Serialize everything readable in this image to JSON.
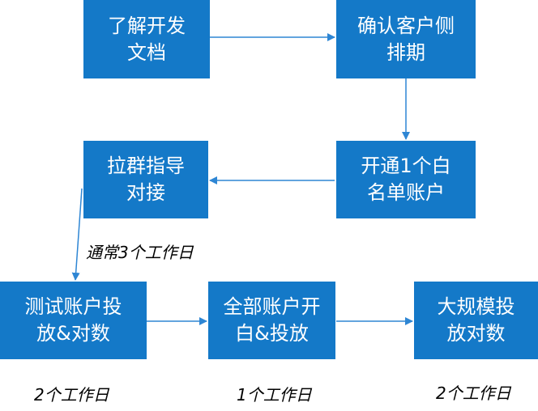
{
  "colors": {
    "box_fill": "#1479C8",
    "box_text": "#FFFFFF",
    "arrow": "#2E86D4"
  },
  "steps": [
    {
      "text": "了解开发\n文档"
    },
    {
      "text": "确认客户侧\n排期"
    },
    {
      "text": "开通1个白\n名单账户"
    },
    {
      "text": "拉群指导\n对接"
    },
    {
      "text": "测试账户投\n放&对数"
    },
    {
      "text": "全部账户开\n白&投放"
    },
    {
      "text": "大规模投\n放对数"
    }
  ],
  "captions": {
    "after_guide": "通常3个工作日",
    "test": "2个工作日",
    "open_all": "1个工作日",
    "scale": "2个工作日"
  }
}
